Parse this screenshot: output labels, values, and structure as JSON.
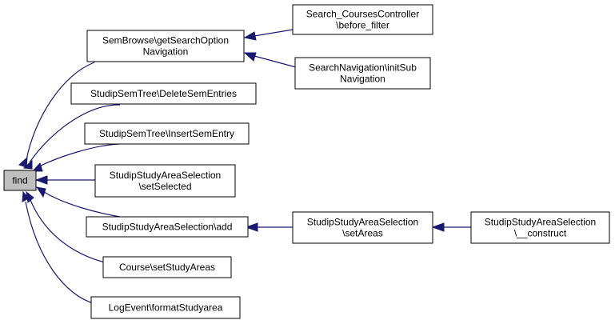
{
  "colors": {
    "node_fill": "#ffffff",
    "focus_fill": "#bfbfbf",
    "edge": "#191970"
  },
  "nodes": {
    "find": {
      "lines": [
        "find"
      ]
    },
    "semBrowse": {
      "lines": [
        "SemBrowse\\getSearchOption",
        "Navigation"
      ]
    },
    "searchCourses": {
      "lines": [
        "Search_CoursesController",
        "\\before_filter"
      ]
    },
    "searchNav": {
      "lines": [
        "SearchNavigation\\initSub",
        "Navigation"
      ]
    },
    "deleteSem": {
      "lines": [
        "StudipSemTree\\DeleteSemEntries"
      ]
    },
    "insertSem": {
      "lines": [
        "StudipSemTree\\InsertSemEntry"
      ]
    },
    "setSelected": {
      "lines": [
        "StudipStudyAreaSelection",
        "\\setSelected"
      ]
    },
    "add": {
      "lines": [
        "StudipStudyAreaSelection\\add"
      ]
    },
    "setAreas": {
      "lines": [
        "StudipStudyAreaSelection",
        "\\setAreas"
      ]
    },
    "construct": {
      "lines": [
        "StudipStudyAreaSelection",
        "\\__construct"
      ]
    },
    "courseSet": {
      "lines": [
        "Course\\setStudyAreas"
      ]
    },
    "logEvent": {
      "lines": [
        "LogEvent\\formatStudyarea"
      ]
    }
  }
}
